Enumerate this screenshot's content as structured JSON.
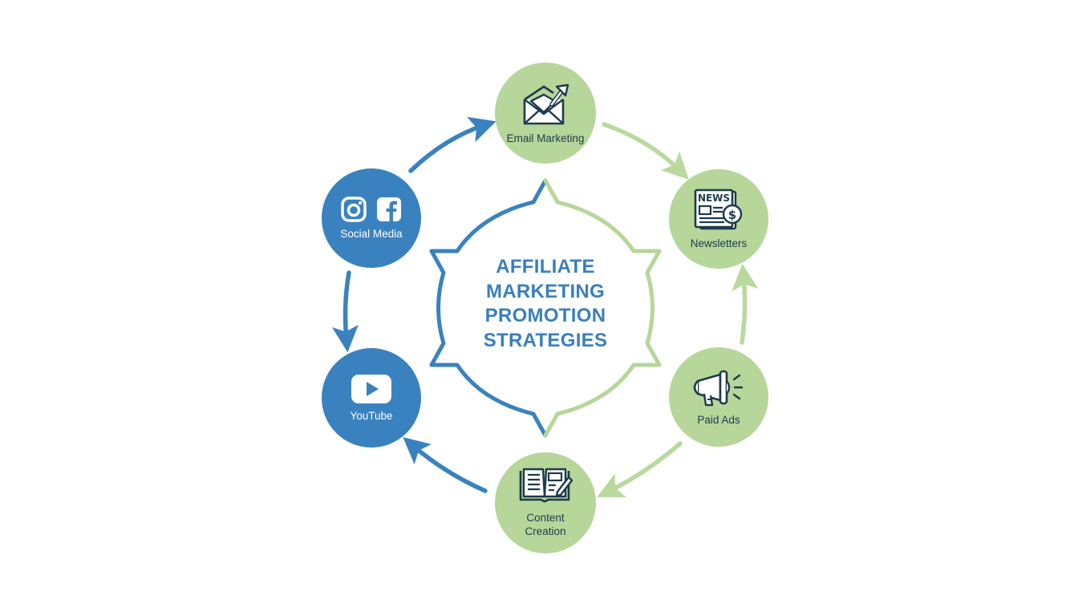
{
  "diagram": {
    "title_lines": [
      "AFFILIATE",
      "MARKETING",
      "PROMOTION",
      "STRATEGIES"
    ],
    "colors": {
      "blue": "#3a82bf",
      "green": "#b6d69a",
      "green_arrow": "#b9d99e",
      "icon_dark": "#1e3a4d",
      "title": "#3a7fbd",
      "background": "#ffffff"
    },
    "nodes": [
      {
        "id": "email",
        "label": "Email Marketing",
        "icon": "envelope-arrow-icon",
        "color": "green"
      },
      {
        "id": "newsletters",
        "label": "Newsletters",
        "icon": "newspaper-dollar-icon",
        "icon_text": "NEWS",
        "color": "green"
      },
      {
        "id": "paid-ads",
        "label": "Paid Ads",
        "icon": "megaphone-icon",
        "color": "green"
      },
      {
        "id": "content",
        "label_lines": [
          "Content",
          "Creation"
        ],
        "icon": "open-book-pencil-icon",
        "color": "green"
      },
      {
        "id": "youtube",
        "label": "YouTube",
        "icon": "youtube-play-icon",
        "color": "blue"
      },
      {
        "id": "social",
        "label": "Social Media",
        "icon": "instagram-facebook-icon",
        "color": "blue"
      }
    ],
    "flow": [
      "Social Media",
      "Email Marketing",
      "Newsletters",
      "Paid Ads",
      "Content Creation",
      "YouTube",
      "Social Media"
    ]
  }
}
